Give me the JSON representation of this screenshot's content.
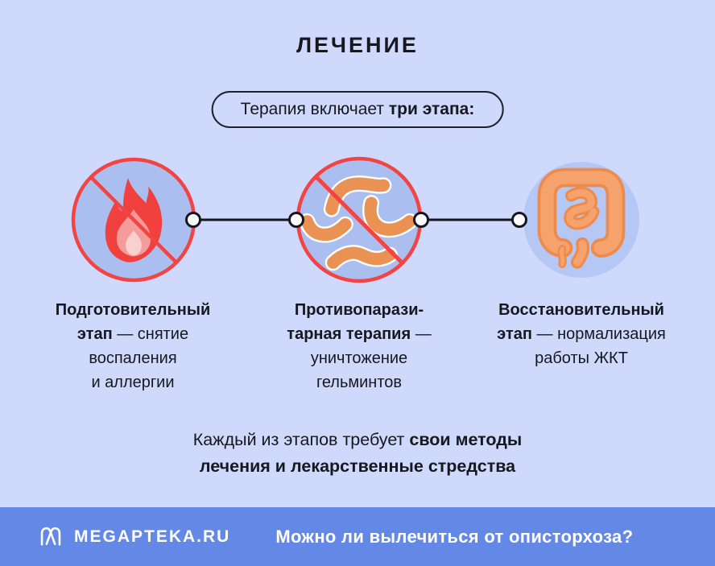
{
  "title": "ЛЕЧЕНИЕ",
  "pill": {
    "regular": "Терапия включает ",
    "bold": "три этапа:"
  },
  "stages": [
    {
      "icon": "prohibited-fire-icon",
      "l1b": "Подготовительный",
      "l2b": "этап",
      "l2r": " — снятие",
      "l3": "воспаления",
      "l4": "и аллергии"
    },
    {
      "icon": "prohibited-parasites-icon",
      "l1b": "Противопарази-",
      "l2b": "тарная терапия",
      "l2r": " —",
      "l3": "уничтожение",
      "l4": "гельминтов"
    },
    {
      "icon": "intestines-icon",
      "l1b": "Восстановительный",
      "l2b": "этап",
      "l2r": " — нормализация",
      "l3": "работы ЖКТ",
      "l4": ""
    }
  ],
  "summary": {
    "line1_regular": "Каждый из этапов требует ",
    "line1_bold": "свои методы",
    "line2_bold": "лечения и лекарственные стредства"
  },
  "footer": {
    "brand": "MEGAPTEKA.RU",
    "question": "Можно ли вылечиться от описторхоза?"
  },
  "colors": {
    "background": "#cfd9fb",
    "circle_fill": "#aabff0",
    "circle_fill_light": "#b4c7f5",
    "prohibition_red": "#f14443",
    "flame_red": "#f1413f",
    "flame_pink": "#f49b9b",
    "flame_light_pink": "#f9cfcf",
    "worm_orange": "#ea9254",
    "intestine_orange": "#f5a26d",
    "intestine_outline": "#ed8b4d",
    "connector_black": "#16161e",
    "footer_blue": "#6488e5",
    "text_dark": "#17171f",
    "text_white": "#ffffff"
  }
}
